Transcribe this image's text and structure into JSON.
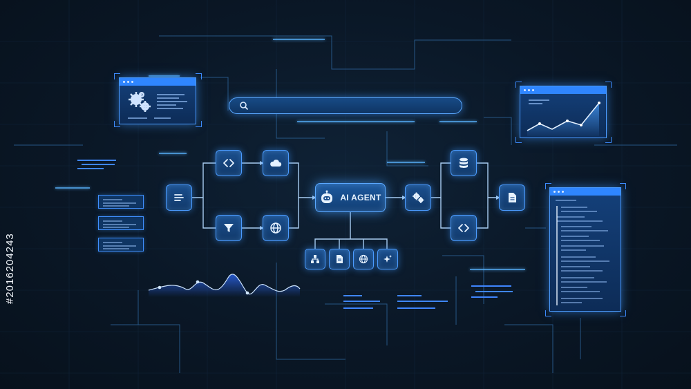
{
  "agent": {
    "label": "AI AGENT",
    "icon": "robot-icon"
  },
  "search": {
    "icon": "search-icon"
  },
  "left_branch": {
    "input_node_icon": "text-lines-icon",
    "top_nodes_icons": [
      "code-icon",
      "cloud-icon"
    ],
    "bottom_nodes_icons": [
      "filter-icon",
      "globe-icon"
    ]
  },
  "right_branch": {
    "settings_node_icon": "gears-icon",
    "top_node_icon": "database-icon",
    "bottom_node_icon": "code-icon",
    "output_node_icon": "document-icon"
  },
  "tools_row": {
    "icons": [
      "hierarchy-icon",
      "document-icon",
      "globe-icon",
      "sparkle-icon"
    ]
  },
  "panels": {
    "settings_panel_icon": "gears-icon",
    "chart_panel": {
      "type": "line-chart-icon"
    },
    "code_panel_icon": "code-list"
  },
  "watermark": {
    "id_text": "#2016204243"
  },
  "colors": {
    "background": "#0a1726",
    "accent": "#4b9bff",
    "glow": "#2f86ff",
    "node_fill": "#123a6b"
  }
}
